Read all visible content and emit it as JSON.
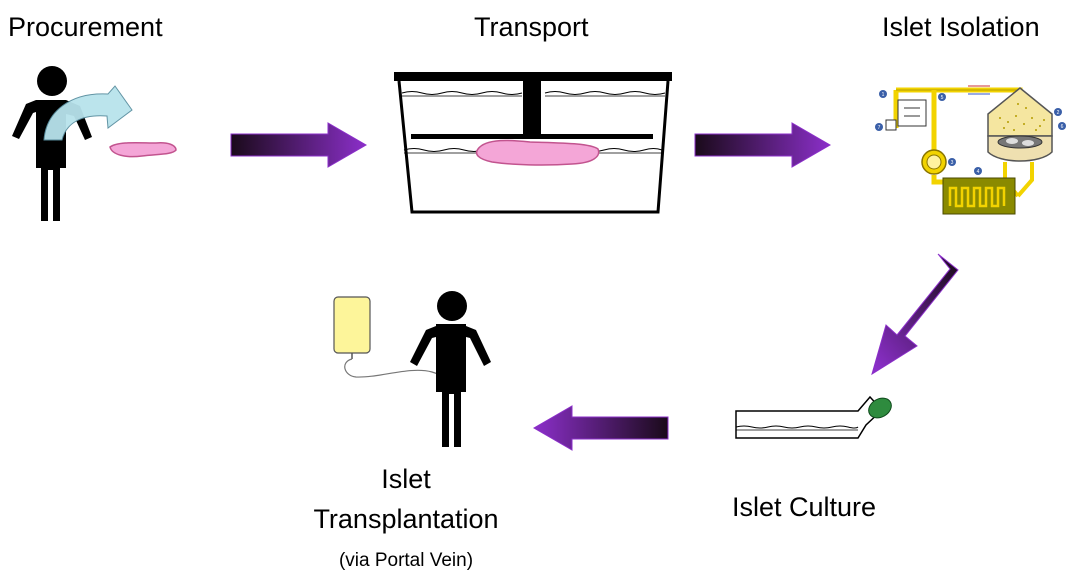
{
  "stages": {
    "procurement": {
      "label": "Procurement"
    },
    "transport": {
      "label": "Transport"
    },
    "isolation": {
      "label": "Islet Isolation"
    },
    "culture": {
      "label": "Islet Culture"
    },
    "transplantation": {
      "label_line1": "Islet",
      "label_line2": "Transplantation",
      "note": "(via Portal Vein)"
    }
  },
  "isolation_apparatus": {
    "step_numbers": [
      "1",
      "2",
      "3",
      "4",
      "5",
      "6",
      "7"
    ]
  },
  "colors": {
    "arrow_start": "#1a0a1a",
    "arrow_end": "#8b2fc9",
    "pancreas": "#f4a6d7",
    "pancreas_stroke": "#c2548f",
    "culture_cap": "#2e8b3e",
    "iv_bag": "#fdf59a",
    "apparatus_tube": "#f2d300",
    "apparatus_chamber": "#f5e6a0",
    "pointer_arrow": "#b8e3ec"
  },
  "icons": {
    "procurement": "person-donor-icon",
    "transport": "transport-container-icon",
    "isolation": "isolation-apparatus-icon",
    "culture": "culture-flask-icon",
    "transplantation": "recipient-with-iv-icon"
  }
}
